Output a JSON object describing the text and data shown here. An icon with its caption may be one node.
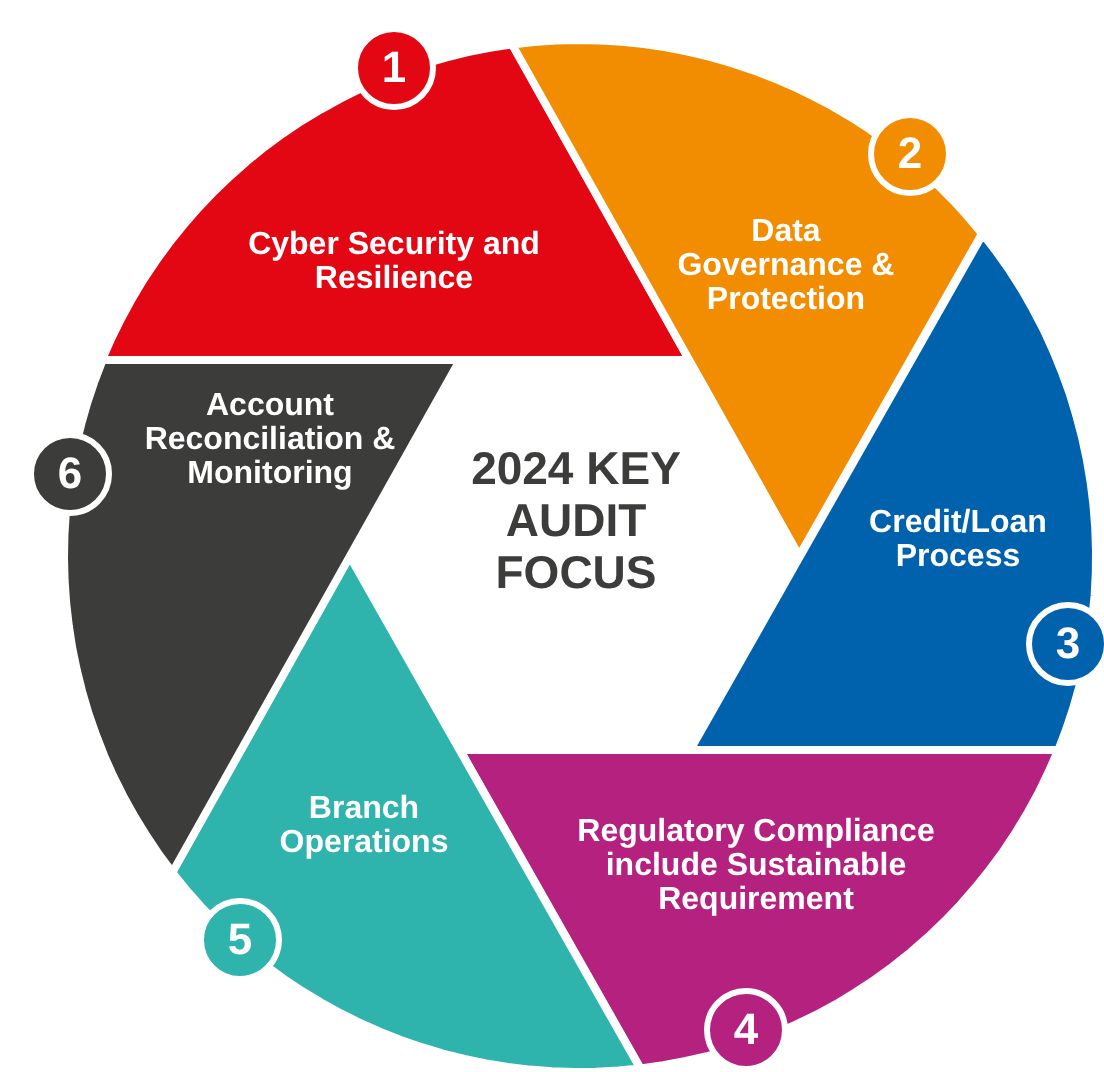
{
  "diagram": {
    "nodes": [
      {
        "text": [
          "2024 KEY AUDIT FOCUS"
        ]
      },
      {
        "text": [
          "1",
          "Cyber Security and Resilience"
        ]
      },
      {
        "text": [
          "2",
          "Data Governance & Protection"
        ]
      },
      {
        "text": [
          "Credit/Loan Process",
          "3"
        ]
      },
      {
        "text": [
          "Regulatory Compliance include Sustainable Requirement",
          "4"
        ]
      },
      {
        "text": [
          "Branch Operations",
          "5"
        ]
      },
      {
        "text": [
          "6",
          "Account Reconciliation & Monitoring"
        ]
      }
    ]
  }
}
